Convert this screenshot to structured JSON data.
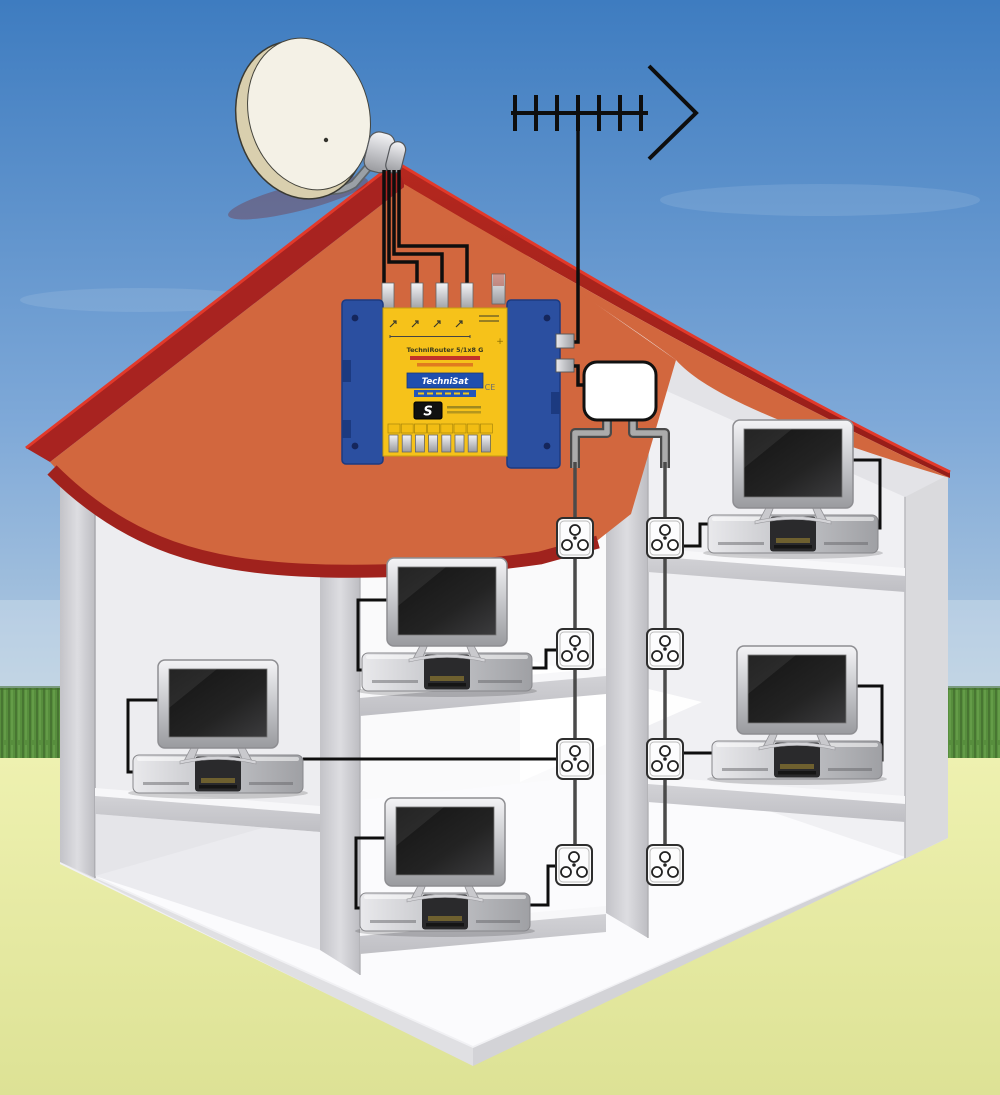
{
  "illustration": {
    "multiswitch": {
      "model_label": "TechniRouter 5/1x8 G",
      "brand_label": "TechniSat",
      "ce_label": "CE",
      "badge_label": "S"
    },
    "counts": {
      "tv_receiver_sets": 5,
      "wall_outlets": 8,
      "dish_feed_cables": 4,
      "trunk_lines": 2,
      "antenna_elements": 7
    },
    "colors": {
      "sky_top": "#3e7cc0",
      "sky_horizon": "#c3d5e2",
      "grass": "#578e3d",
      "ground": "#ecefae",
      "roof_outer": "#a82320",
      "roof_inner": "#d2673e",
      "roof_edge_highlight": "#e2392a",
      "multiswitch_body": "#f6c21a",
      "multiswitch_flange": "#2b4fa0",
      "cable": "#111111",
      "wall": "#d6d6da",
      "outlet_face": "#fcfcfd"
    }
  }
}
